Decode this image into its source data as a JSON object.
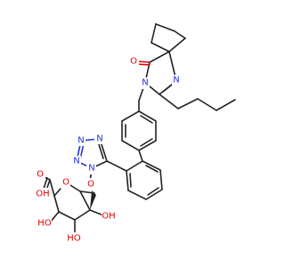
{
  "molecule": {
    "atom_labels": {
      "O_ketone": "O",
      "N_imine": "N",
      "N_amide": "N",
      "N1_tetrazole": "N",
      "N2_tetrazole": "N",
      "N3_tetrazole": "N",
      "N4_tetrazole": "N",
      "O_ring": "O",
      "O_linker": "O",
      "O_acid_dbl": "O",
      "OH_acid": "OH",
      "HO_2": "HO",
      "HO_3": "HO",
      "OH_4": "OH"
    },
    "colors": {
      "carbon": "#222222",
      "nitrogen": "#2233dd",
      "oxygen": "#e00000"
    }
  }
}
